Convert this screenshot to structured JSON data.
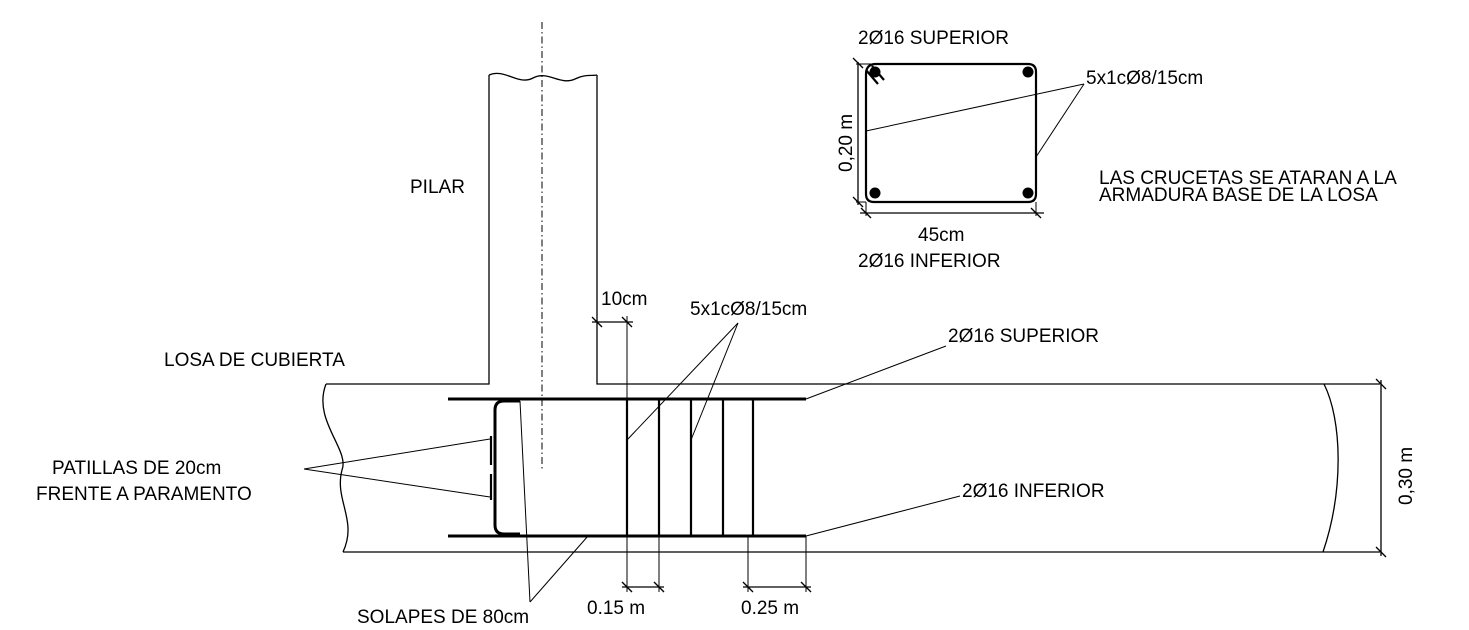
{
  "section": {
    "top_label": "2Ø16 SUPERIOR",
    "bottom_label": "2Ø16 INFERIOR",
    "stirrup_label": "5x1cØ8/15cm",
    "height_dim": "0,20 m",
    "width_dim": "45cm"
  },
  "note": {
    "line1": "LAS CRUCETAS SE ATARAN A LA",
    "line2": "ARMADURA BASE DE LA LOSA"
  },
  "elevation": {
    "pilar_label": "PILAR",
    "losa_label": "LOSA DE CUBIERTA",
    "dim_10cm": "10cm",
    "stirrup_label": "5x1cØ8/15cm",
    "top_bar_label": "2Ø16 SUPERIOR",
    "bottom_bar_label": "2Ø16 INFERIOR",
    "hooks_line1": "PATILLAS DE 20cm",
    "hooks_line2": "FRENTE A PARAMENTO",
    "laps_label": "SOLAPES DE 80cm",
    "dim_015": "0.15 m",
    "dim_025": "0.25 m",
    "thickness_dim": "0,30 m"
  }
}
